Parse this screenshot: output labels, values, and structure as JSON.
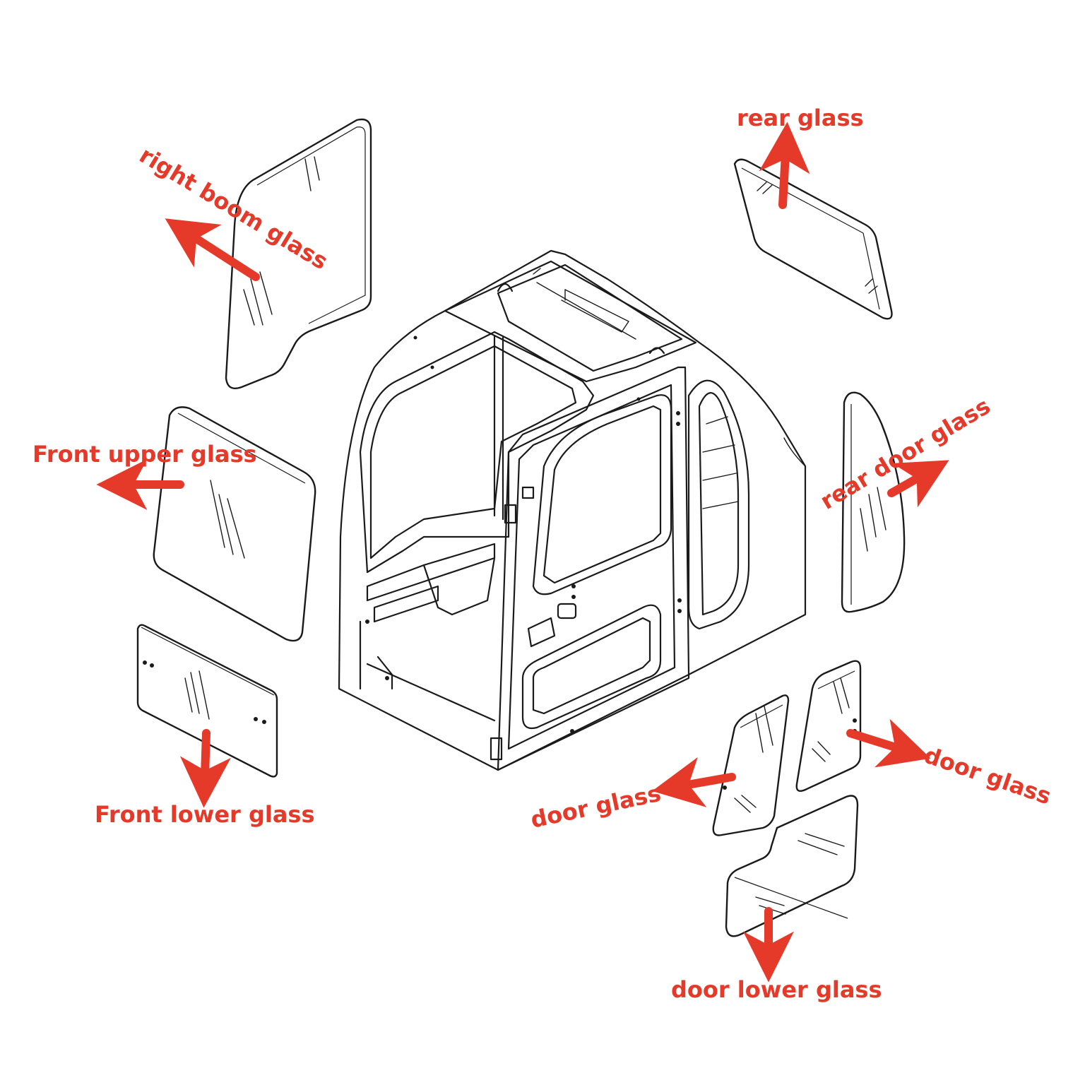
{
  "accent_color": "#e53a2a",
  "line_color": "#1a1a1a",
  "labels": {
    "right_boom": "right boom glass",
    "rear": "rear glass",
    "front_upper": "Front upper glass",
    "rear_door": "rear door glass",
    "front_lower": "Front lower glass",
    "door_left": "door glass",
    "door_right": "door glass",
    "door_lower": "door lower glass"
  }
}
